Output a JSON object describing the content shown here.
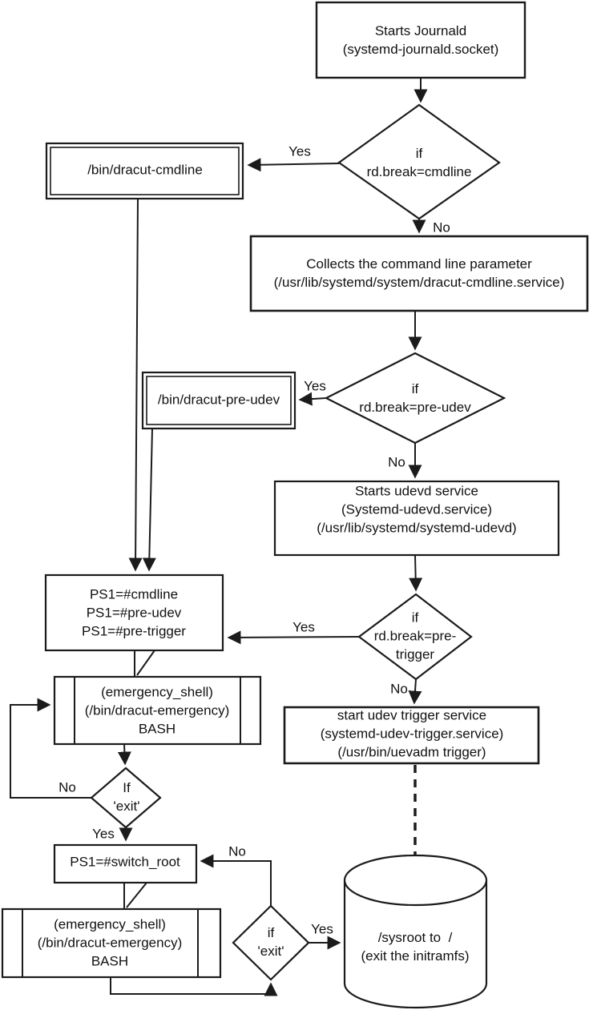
{
  "diagram": {
    "colors": {
      "line": "#1b1b1b",
      "text": "#111111",
      "background": "#ffffff"
    },
    "nodes": {
      "starts_journald": "Starts Journald\n(systemd-journald.socket)",
      "if_cmdline": "if\nrd.break=cmdline",
      "dracut_cmdline": "/bin/dracut-cmdline",
      "collects_cmdline": "Collects the command line parameter\n(/usr/lib/systemd/system/dracut-cmdline.service)",
      "if_pre_udev": "if\nrd.break=pre-udev",
      "dracut_pre_udev": "/bin/dracut-pre-udev",
      "starts_udevd": "Starts udevd service\n(Systemd-udevd.service)\n(/usr/lib/systemd/systemd-udevd)",
      "if_pre_trigger": "if\nrd.break=pre-\ntrigger",
      "ps1_breakpoints": "PS1=#cmdline\nPS1=#pre-udev\nPS1=#pre-trigger",
      "emergency_shell_1": "(emergency_shell)\n(/bin/dracut-emergency)\nBASH",
      "if_exit_1": "If\n'exit'",
      "ps1_switch_root": "PS1=#switch_root",
      "emergency_shell_2": "(emergency_shell)\n(/bin/dracut-emergency)\nBASH",
      "if_exit_2": "if\n'exit'",
      "udev_trigger": "start udev trigger service\n(systemd-udev-trigger.service)\n(/usr/bin/uevadm trigger)",
      "sysroot": "/sysroot to  /\n(exit the initramfs)"
    },
    "edge_labels": {
      "cmdline_yes": "Yes",
      "cmdline_no": "No",
      "pre_udev_yes": "Yes",
      "pre_udev_no": "No",
      "pre_trigger_yes": "Yes",
      "pre_trigger_no": "No",
      "exit1_no": "No",
      "exit1_yes": "Yes",
      "exit2_no": "No",
      "exit2_yes": "Yes"
    }
  }
}
